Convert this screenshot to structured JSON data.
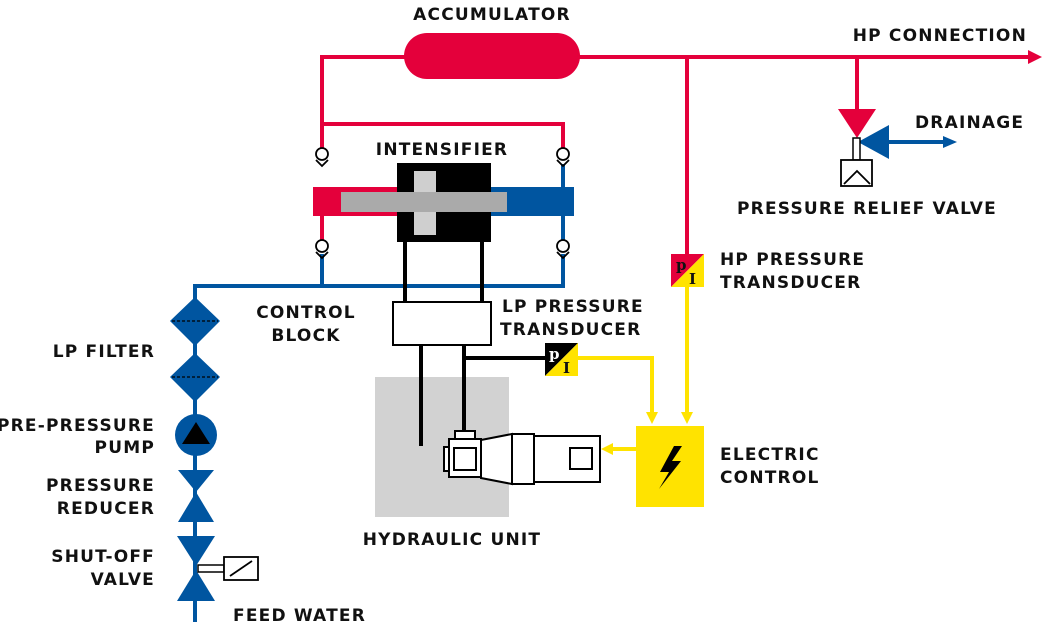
{
  "colors": {
    "high_pressure": "#e4003b",
    "low_pressure": "#0055a0",
    "signal": "#ffe300",
    "hydraulic": "#000000",
    "hydraulic_unit_bg": "#d2d2d2",
    "piston": "#aaaaaa",
    "piston_light": "#cfcfcf",
    "text": "#111111"
  },
  "labels": {
    "accumulator": "ACCUMULATOR",
    "hp_connection": "HP CONNECTION",
    "intensifier": "INTENSIFIER",
    "drainage": "DRAINAGE",
    "pressure_relief_valve": "PRESSURE RELIEF VALVE",
    "hp_pressure_transducer": [
      "HP PRESSURE",
      "TRANSDUCER"
    ],
    "control_block": [
      "CONTROL",
      "BLOCK"
    ],
    "lp_pressure_transducer": [
      "LP PRESSURE",
      "TRANSDUCER"
    ],
    "lp_filter": "LP FILTER",
    "pre_pressure_pump": [
      "PRE-PRESSURE",
      "PUMP"
    ],
    "pressure_reducer": [
      "PRESSURE",
      "REDUCER"
    ],
    "shut_off_valve": [
      "SHUT-OFF",
      "VALVE"
    ],
    "feed_water": "FEED WATER",
    "hydraulic_unit": "HYDRAULIC UNIT",
    "electric_control": [
      "ELECTRIC",
      "CONTROL"
    ]
  },
  "transducer_symbol": {
    "p": "p",
    "i": "I"
  }
}
